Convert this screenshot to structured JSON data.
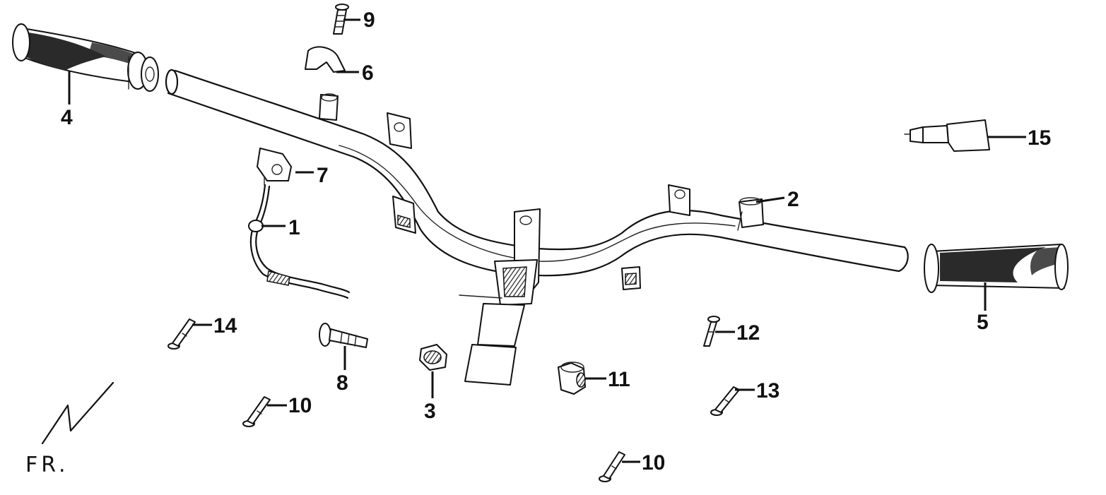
{
  "diagram": {
    "direction_marker": "FR.",
    "callouts": [
      {
        "key": "c1",
        "label": "1"
      },
      {
        "key": "c2",
        "label": "2"
      },
      {
        "key": "c3",
        "label": "3"
      },
      {
        "key": "c4",
        "label": "4"
      },
      {
        "key": "c5",
        "label": "5"
      },
      {
        "key": "c6",
        "label": "6"
      },
      {
        "key": "c7",
        "label": "7"
      },
      {
        "key": "c8",
        "label": "8"
      },
      {
        "key": "c9",
        "label": "9"
      },
      {
        "key": "c10a",
        "label": "10"
      },
      {
        "key": "c10b",
        "label": "10"
      },
      {
        "key": "c11",
        "label": "11"
      },
      {
        "key": "c12",
        "label": "12"
      },
      {
        "key": "c13",
        "label": "13"
      },
      {
        "key": "c14",
        "label": "14"
      },
      {
        "key": "c15",
        "label": "15"
      }
    ]
  },
  "colors": {
    "line": "#111111",
    "background": "#ffffff",
    "grip_fill": "#2a2a2a"
  }
}
